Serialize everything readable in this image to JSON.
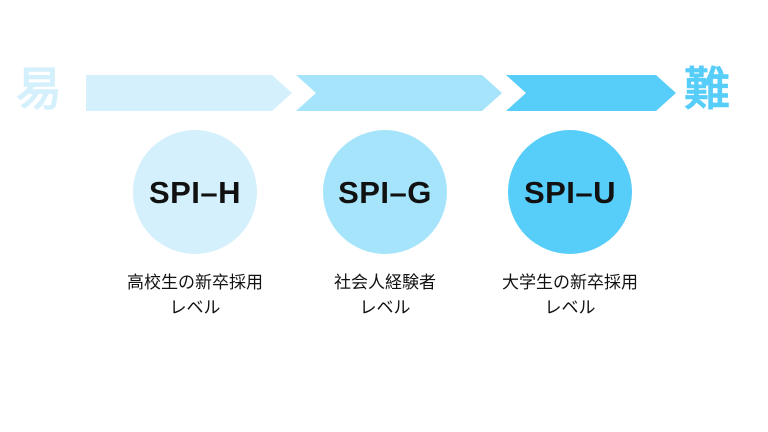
{
  "palette": {
    "background": "#ffffff",
    "tier_1": "#d4f0fc",
    "tier_2": "#a5e4fb",
    "tier_3": "#57cdfa",
    "text_dark": "#111111"
  },
  "scale": {
    "easy_label": "易",
    "hard_label": "難",
    "easy_color": "#d4f0fc",
    "hard_color": "#57cdfa"
  },
  "arrow": {
    "segments": [
      {
        "name": "segment-easy",
        "color": "#d4f0fc"
      },
      {
        "name": "segment-mid",
        "color": "#a5e4fb"
      },
      {
        "name": "segment-hard",
        "color": "#57cdfa"
      }
    ]
  },
  "levels": [
    {
      "code": "SPI–H",
      "circle_color": "#d4f0fc",
      "caption_line_1": "高校生の新卒採用",
      "caption_line_2": "レベル"
    },
    {
      "code": "SPI–G",
      "circle_color": "#a5e4fb",
      "caption_line_1": "社会人経験者",
      "caption_line_2": "レベル"
    },
    {
      "code": "SPI–U",
      "circle_color": "#57cdfa",
      "caption_line_1": "大学生の新卒採用",
      "caption_line_2": "レベル"
    }
  ]
}
